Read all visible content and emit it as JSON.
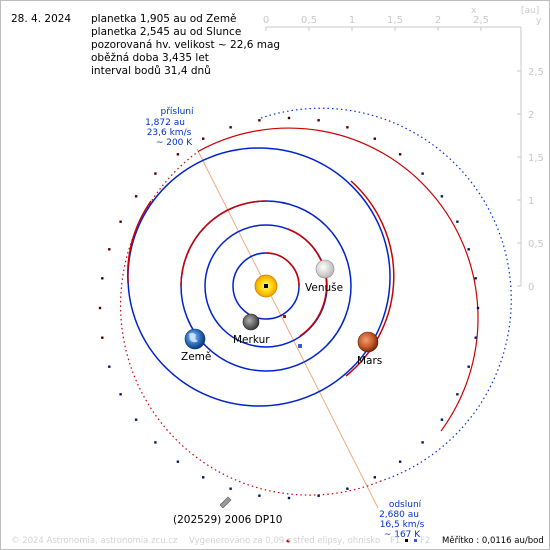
{
  "date": "28. 4. 2024",
  "info_lines": [
    "planetka 1,905 au od Země",
    "planetka 2,545 au od Slunce",
    "pozorovaná hv. velikost ~ 22,6 mag",
    "oběžná doba 3,435 let",
    "interval bodů 31,4 dnů"
  ],
  "axis": {
    "unit": "[au]",
    "x_label": "x",
    "y_label": "y",
    "x_ticks": [
      "0",
      "0,5",
      "1",
      "1,5",
      "2",
      "2,5"
    ],
    "y_ticks": [
      "0",
      "0,5",
      "1",
      "1,5",
      "2",
      "2,5"
    ]
  },
  "planets": {
    "venus": "Venuše",
    "mercury": "Merkur",
    "earth": "Země",
    "mars": "Mars"
  },
  "perihelion": {
    "title": "přísluní",
    "distance": "1,872 au",
    "speed": "23,6 km/s",
    "temperature": "~ 200 K"
  },
  "aphelion": {
    "title": "odsluní",
    "distance": "2,680 au",
    "speed": "16,5 km/s",
    "temperature": "~ 167 K"
  },
  "asteroid_name": "(202529) 2006 DP10",
  "footer": {
    "copyright": "© 2024 Astronomia, astronomia.zcu.cz",
    "generated": "Vygenerováno za 0,09 s",
    "legend_center": "střed elipsy, ohnisko",
    "legend_f1": "F1",
    "legend_f2": "F2",
    "scale": "Měřítko : 0,0116 au/bod"
  },
  "colors": {
    "orbit_above": "#cc0000",
    "orbit_below": "#0033cc",
    "earth_orbit": "#0022cc",
    "axis_gray": "#c8c8c8",
    "label_blue": "#0033cc",
    "sun": "#ffd200"
  }
}
